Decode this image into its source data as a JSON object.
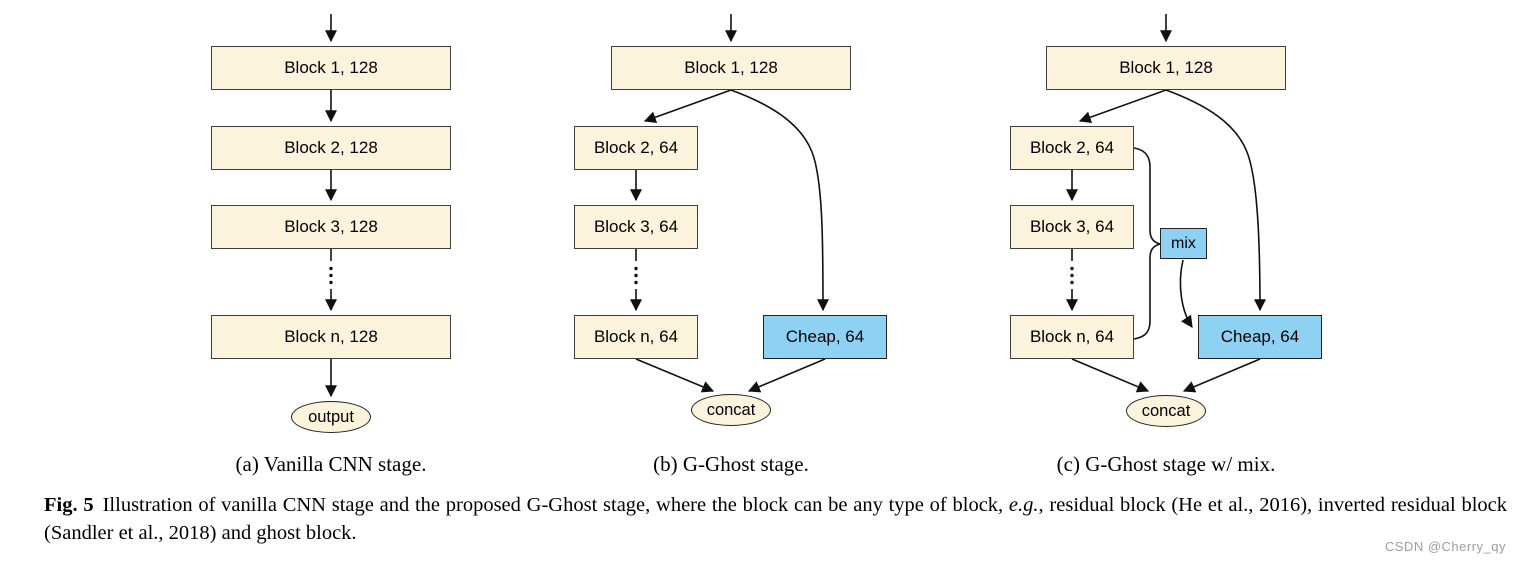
{
  "figure": {
    "panels": [
      {
        "id": "a",
        "caption": "(a) Vanilla CNN stage.",
        "blocks": [
          "Block 1, 128",
          "Block 2, 128",
          "Block 3, 128",
          "Block n, 128"
        ],
        "terminal": "output"
      },
      {
        "id": "b",
        "caption": "(b) G-Ghost stage.",
        "blocks": [
          "Block 1, 128",
          "Block 2, 64",
          "Block 3, 64",
          "Block n, 64"
        ],
        "cheap": "Cheap, 64",
        "terminal": "concat"
      },
      {
        "id": "c",
        "caption": "(c) G-Ghost stage w/ mix.",
        "blocks": [
          "Block 1, 128",
          "Block 2, 64",
          "Block 3, 64",
          "Block n, 64"
        ],
        "cheap": "Cheap, 64",
        "mix": "mix",
        "terminal": "concat"
      }
    ],
    "caption": {
      "label": "Fig. 5",
      "text_before_eg": "Illustration of vanilla CNN stage and the proposed G-Ghost stage, where the block can be any type of block, ",
      "eg": "e.g.",
      "text_after_eg": ", residual block (He et al., 2016), inverted residual block (Sandler et al., 2018) and ghost block."
    },
    "watermark": "CSDN @Cherry_qy",
    "colors": {
      "block_fill": "#fcf3dc",
      "accent_fill": "#8ed1f2",
      "border": "#3f3f3f",
      "line": "#111111",
      "watermark": "#9e9e9e"
    }
  }
}
